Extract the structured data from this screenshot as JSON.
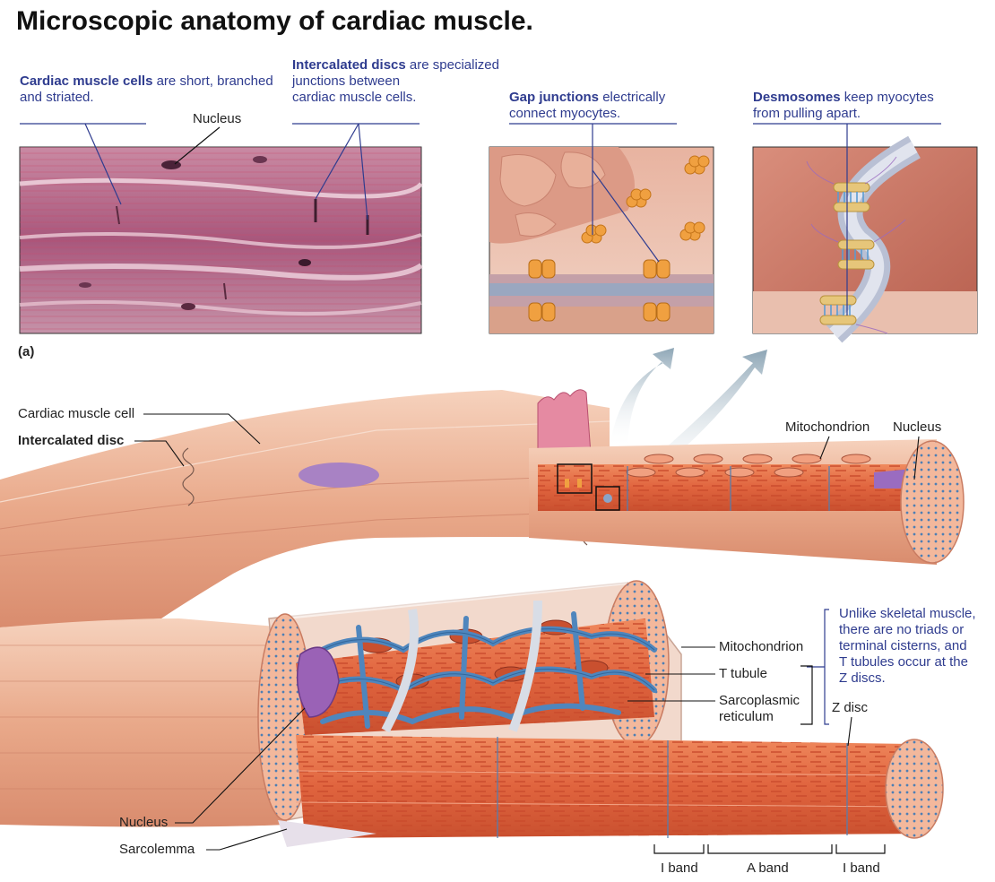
{
  "title": "Microscopic anatomy of cardiac muscle.",
  "panel_a_label": "(a)",
  "callouts": {
    "cardiac_cells": {
      "bold": "Cardiac muscle cells",
      "text": "are short, branched\nand striated."
    },
    "intercalated": {
      "bold": "Intercalated discs",
      "text": "are specialized\njunctions between\ncardiac muscle cells."
    },
    "gap": {
      "bold": "Gap junctions",
      "text": "electrically\nconnect myocytes."
    },
    "desmosomes": {
      "bold": "Desmosomes",
      "text": "keep myocytes\nfrom pulling apart."
    },
    "note": "Unlike skeletal muscle,\nthere are no triads or\nterminal cisterns, and\nT tubules occur at the\nZ discs."
  },
  "labels": {
    "nucleus_micro": "Nucleus",
    "cardiac_muscle_cell": "Cardiac muscle cell",
    "intercalated_disc": "Intercalated disc",
    "mitochondrion_top": "Mitochondrion",
    "nucleus_top": "Nucleus",
    "mitochondrion": "Mitochondrion",
    "t_tubule": "T tubule",
    "sarcoplasmic": "Sarcoplasmic\nreticulum",
    "z_disc": "Z disc",
    "nucleus_bottom": "Nucleus",
    "sarcolemma": "Sarcolemma",
    "i_band_1": "I band",
    "a_band": "A band",
    "i_band_2": "I band"
  }
}
